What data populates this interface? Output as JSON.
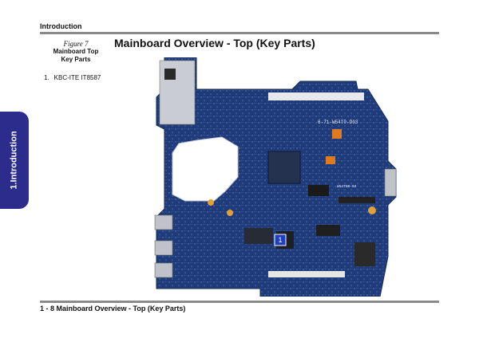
{
  "header": {
    "section": "Introduction"
  },
  "side_tab": {
    "label": "1.Introduction"
  },
  "figure": {
    "number": "Figure 7",
    "caption_line1": "Mainboard Top",
    "caption_line2": "Key Parts"
  },
  "parts": [
    {
      "num": "1.",
      "label": "KBC-ITE IT8587"
    }
  ],
  "title": "Mainboard Overview - Top (Key Parts)",
  "board": {
    "marker": "1",
    "silkscreen_1": "6-71-W54T0-D03",
    "silkscreen_2": "W54T0B-03"
  },
  "footer": {
    "text": "1  -  8  Mainboard Overview - Top (Key Parts)"
  },
  "colors": {
    "tab": "#2b2c8c",
    "pcb": "#1f3b7a",
    "rule": "#8a8a8a"
  }
}
